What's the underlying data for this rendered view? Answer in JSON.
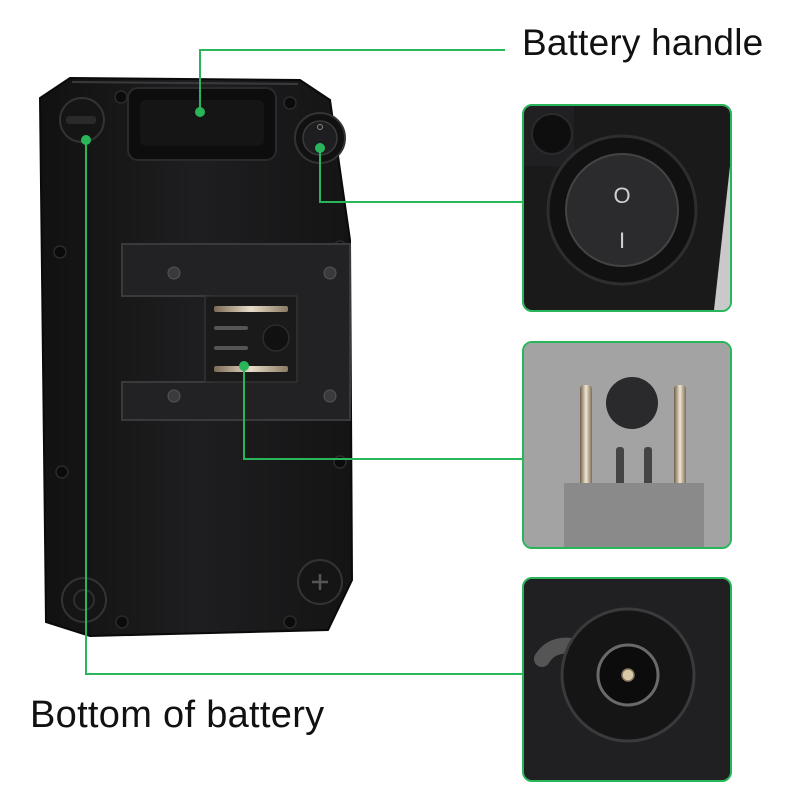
{
  "labels": {
    "battery_handle": "Battery handle",
    "bottom_of_battery": "Bottom of battery"
  },
  "switch_marks": {
    "off": "O",
    "on": "I"
  },
  "colors": {
    "leader_line": "#29b55a",
    "battery_body": "#1b1b1c",
    "panel_border": "#29b55a",
    "background": "#ffffff"
  },
  "callouts": [
    {
      "name": "battery-handle-callout",
      "target": "battery handle"
    },
    {
      "name": "power-switch-callout",
      "target": "power switch"
    },
    {
      "name": "contacts-callout",
      "target": "terminal contacts"
    },
    {
      "name": "charge-port-callout",
      "target": "charging port"
    }
  ]
}
